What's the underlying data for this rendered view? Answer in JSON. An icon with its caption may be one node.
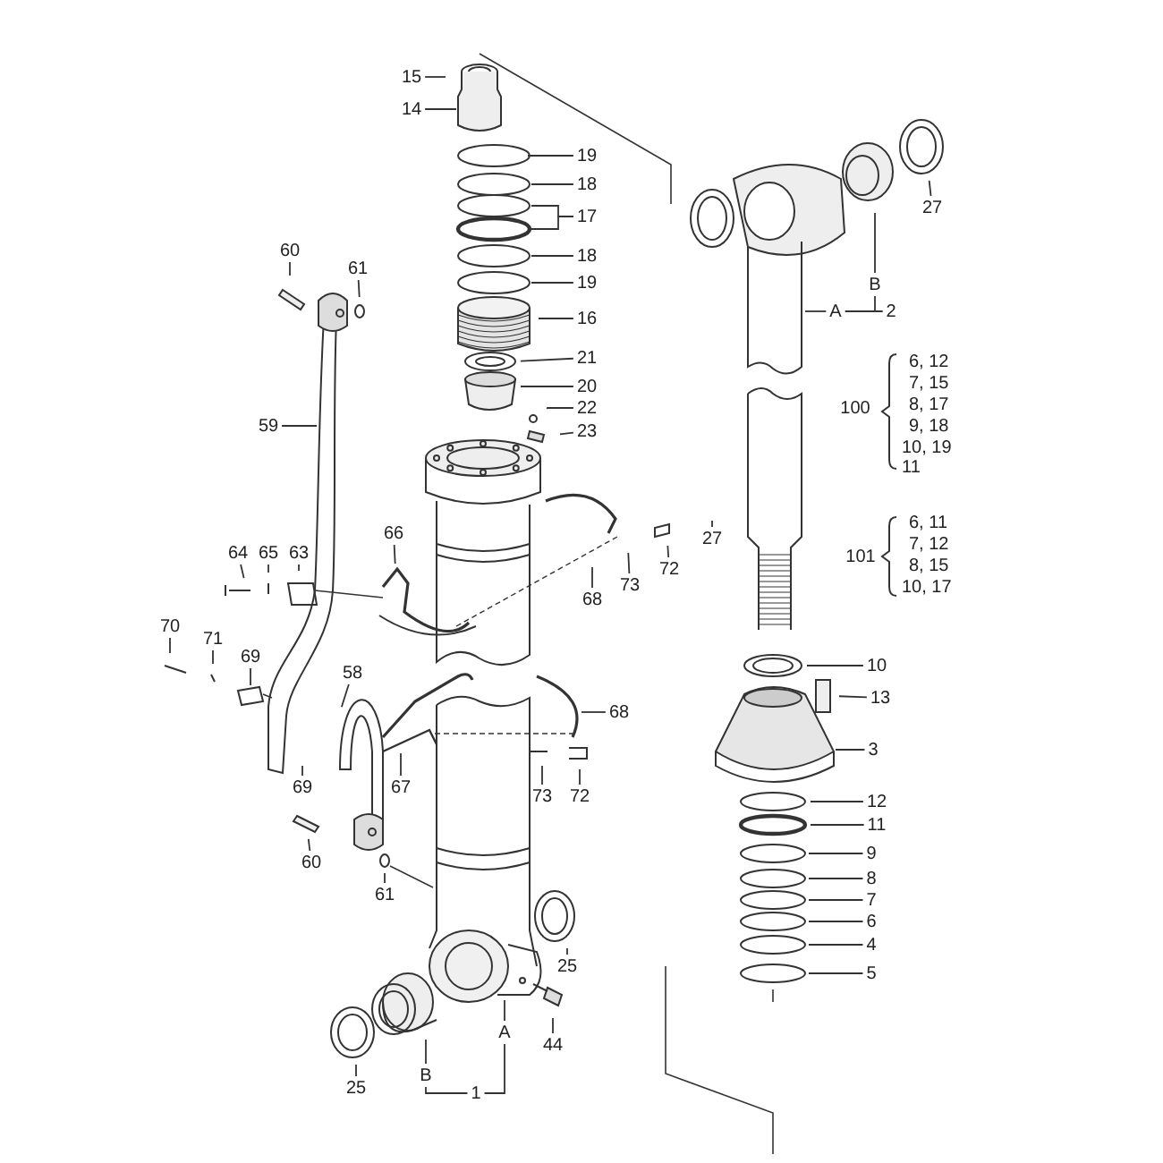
{
  "diagram": {
    "nodes": [
      {
        "text": [
          "15"
        ]
      },
      {
        "text": [
          "14"
        ]
      },
      {
        "text": [
          "19"
        ]
      },
      {
        "text": [
          "18"
        ]
      },
      {
        "text": [
          "17"
        ]
      },
      {
        "text": [
          "18"
        ]
      },
      {
        "text": [
          "19"
        ]
      },
      {
        "text": [
          "16"
        ]
      },
      {
        "text": [
          "21"
        ]
      },
      {
        "text": [
          "20"
        ]
      },
      {
        "text": [
          "22"
        ]
      },
      {
        "text": [
          "23"
        ]
      },
      {
        "text": [
          "60"
        ]
      },
      {
        "text": [
          "61"
        ]
      },
      {
        "text": [
          "59"
        ]
      },
      {
        "text": [
          "64"
        ]
      },
      {
        "text": [
          "65"
        ]
      },
      {
        "text": [
          "63"
        ]
      },
      {
        "text": [
          "66"
        ]
      },
      {
        "text": [
          "73"
        ]
      },
      {
        "text": [
          "68"
        ]
      },
      {
        "text": [
          "72"
        ]
      },
      {
        "text": [
          "70"
        ]
      },
      {
        "text": [
          "71"
        ]
      },
      {
        "text": [
          "69"
        ]
      },
      {
        "text": [
          "58"
        ]
      },
      {
        "text": [
          "68"
        ]
      },
      {
        "text": [
          "69"
        ]
      },
      {
        "text": [
          "67"
        ]
      },
      {
        "text": [
          "73"
        ]
      },
      {
        "text": [
          "72"
        ]
      },
      {
        "text": [
          "60"
        ]
      },
      {
        "text": [
          "61"
        ]
      },
      {
        "text": [
          "25"
        ]
      },
      {
        "text": [
          "44"
        ]
      },
      {
        "text": [
          "25"
        ]
      },
      {
        "text": [
          "B"
        ]
      },
      {
        "text": [
          "A"
        ]
      },
      {
        "text": [
          "1"
        ]
      },
      {
        "text": [
          "27"
        ]
      },
      {
        "text": [
          "27"
        ]
      },
      {
        "text": [
          "B"
        ]
      },
      {
        "text": [
          "A"
        ]
      },
      {
        "text": [
          "2"
        ]
      },
      {
        "text": [
          "10"
        ]
      },
      {
        "text": [
          "13"
        ]
      },
      {
        "text": [
          "3"
        ]
      },
      {
        "text": [
          "12"
        ]
      },
      {
        "text": [
          "11"
        ]
      },
      {
        "text": [
          "9"
        ]
      },
      {
        "text": [
          "8"
        ]
      },
      {
        "text": [
          "7"
        ]
      },
      {
        "text": [
          "6"
        ]
      },
      {
        "text": [
          "4"
        ]
      },
      {
        "text": [
          "5"
        ]
      }
    ],
    "edges": [
      {
        "from": 0,
        "to": null,
        "arrow": "none"
      },
      {
        "from": 1,
        "to": null,
        "arrow": "none"
      },
      {
        "from": 2,
        "to": null,
        "arrow": "none"
      },
      {
        "from": 3,
        "to": null,
        "arrow": "none"
      },
      {
        "from": 4,
        "to": null,
        "arrow": "none"
      },
      {
        "from": 4,
        "to": null,
        "arrow": "none"
      },
      {
        "from": 5,
        "to": null,
        "arrow": "none"
      },
      {
        "from": 6,
        "to": null,
        "arrow": "none"
      },
      {
        "from": 7,
        "to": null,
        "arrow": "none"
      },
      {
        "from": 8,
        "to": null,
        "arrow": "none"
      },
      {
        "from": 9,
        "to": null,
        "arrow": "none"
      },
      {
        "from": 10,
        "to": null,
        "arrow": "none"
      },
      {
        "from": 11,
        "to": null,
        "arrow": "none"
      },
      {
        "from": 12,
        "to": null,
        "arrow": "none"
      },
      {
        "from": 13,
        "to": null,
        "arrow": "none"
      },
      {
        "from": 14,
        "to": null,
        "arrow": "none"
      },
      {
        "from": 15,
        "to": null,
        "arrow": "none"
      },
      {
        "from": 16,
        "to": null,
        "arrow": "none"
      },
      {
        "from": 17,
        "to": null,
        "arrow": "none"
      },
      {
        "from": 18,
        "to": null,
        "arrow": "none"
      },
      {
        "from": 19,
        "to": null,
        "arrow": "none"
      },
      {
        "from": 20,
        "to": null,
        "arrow": "none"
      },
      {
        "from": 21,
        "to": null,
        "arrow": "none"
      },
      {
        "from": 22,
        "to": null,
        "arrow": "none"
      },
      {
        "from": 23,
        "to": null,
        "arrow": "none"
      },
      {
        "from": 24,
        "to": null,
        "arrow": "none"
      },
      {
        "from": 25,
        "to": null,
        "arrow": "none"
      },
      {
        "from": 26,
        "to": null,
        "arrow": "none"
      },
      {
        "from": 27,
        "to": null,
        "arrow": "none"
      },
      {
        "from": 28,
        "to": null,
        "arrow": "none"
      },
      {
        "from": 29,
        "to": null,
        "arrow": "none"
      },
      {
        "from": 30,
        "to": null,
        "arrow": "none"
      },
      {
        "from": 31,
        "to": null,
        "arrow": "none"
      },
      {
        "from": 32,
        "to": null,
        "arrow": "none"
      },
      {
        "from": 33,
        "to": null,
        "arrow": "none"
      },
      {
        "from": 34,
        "to": null,
        "arrow": "none"
      },
      {
        "from": 35,
        "to": null,
        "arrow": "none"
      },
      {
        "from": 36,
        "to": null,
        "arrow": "none"
      },
      {
        "from": 37,
        "to": null,
        "arrow": "none"
      },
      {
        "from": 38,
        "to": 36,
        "arrow": "none"
      },
      {
        "from": 38,
        "to": 37,
        "arrow": "none"
      },
      {
        "from": 39,
        "to": null,
        "arrow": "none"
      },
      {
        "from": 40,
        "to": null,
        "arrow": "none"
      },
      {
        "from": 41,
        "to": null,
        "arrow": "none"
      },
      {
        "from": 42,
        "to": null,
        "arrow": "none"
      },
      {
        "from": 43,
        "to": 42,
        "arrow": "none"
      },
      {
        "from": 43,
        "to": 41,
        "arrow": "none"
      },
      {
        "from": 44,
        "to": null,
        "arrow": "none"
      },
      {
        "from": 45,
        "to": null,
        "arrow": "none"
      },
      {
        "from": 46,
        "to": null,
        "arrow": "none"
      },
      {
        "from": 47,
        "to": null,
        "arrow": "none"
      },
      {
        "from": 48,
        "to": null,
        "arrow": "none"
      },
      {
        "from": 49,
        "to": null,
        "arrow": "none"
      },
      {
        "from": 50,
        "to": null,
        "arrow": "none"
      },
      {
        "from": 51,
        "to": null,
        "arrow": "none"
      },
      {
        "from": 52,
        "to": null,
        "arrow": "none"
      },
      {
        "from": 53,
        "to": null,
        "arrow": "none"
      },
      {
        "from": 54,
        "to": null,
        "arrow": "none"
      }
    ],
    "labels": [
      "100",
      "6, 12",
      "7, 15",
      "8, 17",
      "9, 18",
      "10, 19",
      "11",
      "101",
      "6, 11",
      "7, 12",
      "8, 15",
      "10, 17"
    ]
  }
}
